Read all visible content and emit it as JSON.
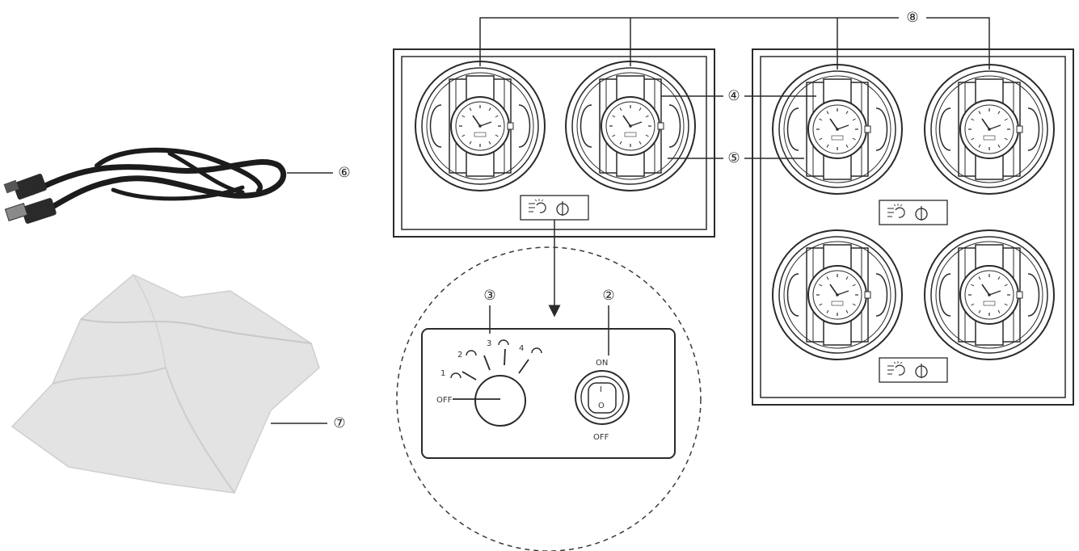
{
  "callouts": {
    "two": "②",
    "three": "③",
    "four": "④",
    "five": "⑤",
    "six": "⑥",
    "seven": "⑦",
    "eight": "⑧"
  },
  "control_panel": {
    "off_left": "OFF",
    "speed_1": "1",
    "speed_2": "2",
    "speed_3": "3",
    "speed_4": "4",
    "on_label": "ON",
    "off_right": "OFF",
    "switch_on_mark": "I",
    "switch_off_mark": "O"
  },
  "colors": {
    "line": "#2a2a2a",
    "cloth": "#e3e3e3",
    "cable": "#1c1c1c"
  },
  "icons": [
    "usb-cable-icon",
    "cleaning-cloth-icon",
    "watch-icon",
    "rotary-knob-icon",
    "rocker-switch-icon"
  ]
}
